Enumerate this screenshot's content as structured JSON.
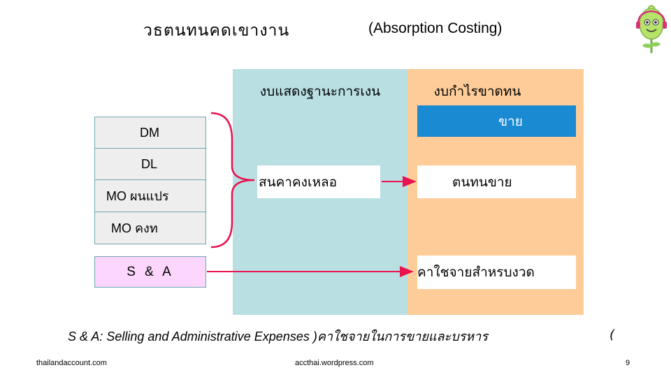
{
  "title": {
    "thai": "วธตนทนคดเขางาน",
    "english": "(Absorption Costing)"
  },
  "balance_sheet": {
    "title": "งบแสดงฐานะการเงน",
    "inventory_label": "สนคาคงเหลอ"
  },
  "income_statement": {
    "title": "งบกำไรขาดทน",
    "sales_label": "ขาย",
    "cogs_label": "ตนทนขาย",
    "period_expense_label": "คาใชจายสำหรบงวด"
  },
  "cost_items": [
    "DM",
    "DL",
    "MO ผนแปร",
    "MO คงท"
  ],
  "sa_label": "S & A",
  "footnote": "S & A: Selling and Administrative Expenses )คาใชจายในการขายและบรหาร",
  "footnote_paren": "(",
  "footer": {
    "left": "thailandaccount.com",
    "center": "accthai.wordpress.com",
    "page": "9"
  },
  "colors": {
    "balance_panel": "#b9dfe3",
    "income_panel": "#fdcc99",
    "sales_box": "#1a8ad3",
    "sa_box": "#fcd6fc",
    "arrow": "#e8134e"
  }
}
